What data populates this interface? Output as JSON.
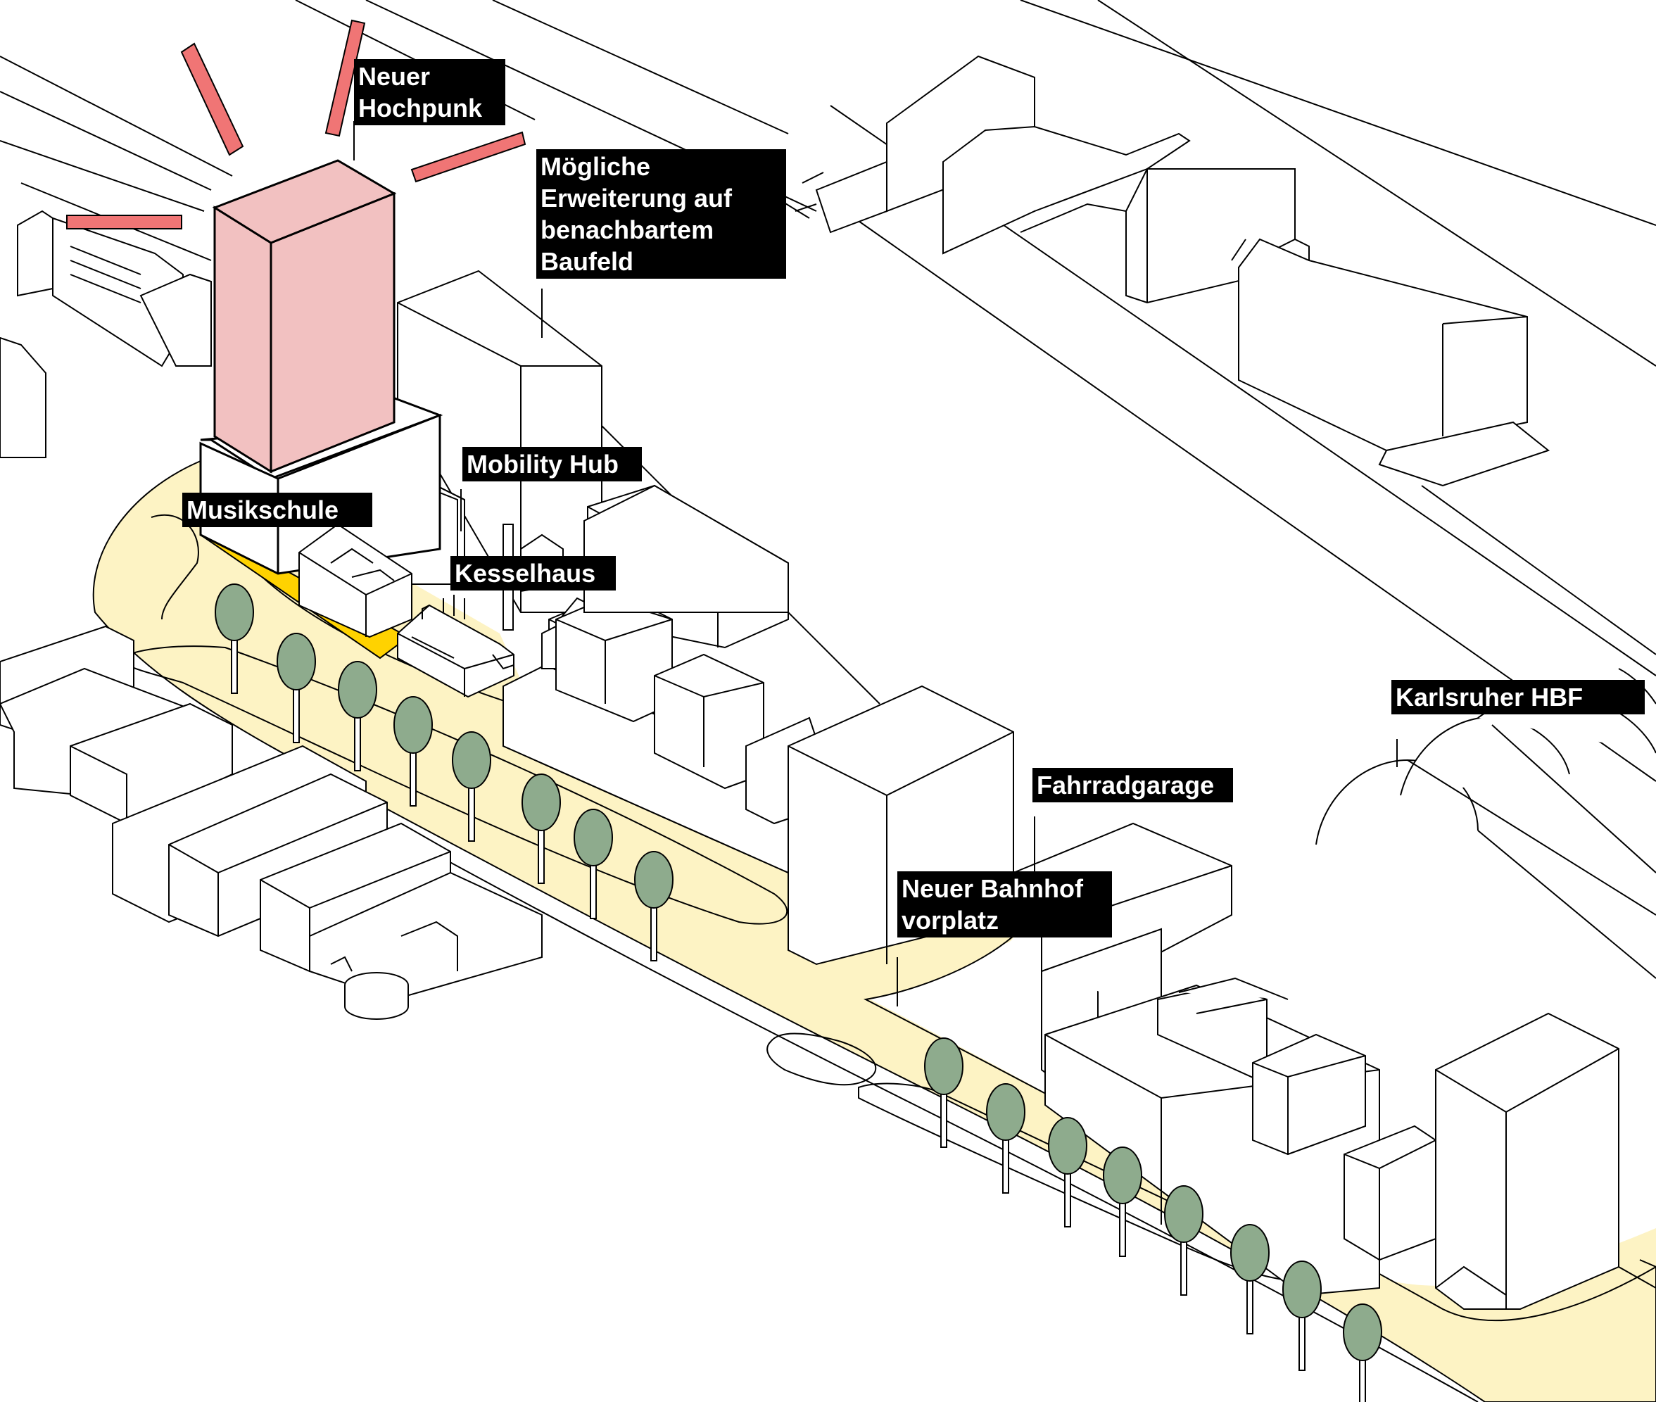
{
  "colors": {
    "background": "#ffffff",
    "street_area": "#fdf3c4",
    "plaza_highlight": "#ffd200",
    "highlight_tower": "#f2c1c1",
    "ray": "#f07575",
    "tree_canopy": "#8eab8d",
    "label_background": "#000000",
    "label_text": "#ffffff",
    "outline": "#000000"
  },
  "labels": {
    "neuer_hochpunkt": "Neuer\nHochpunk",
    "erweiterung": "Mögliche\nErweiterung auf\nbenachbartem\nBaufeld",
    "mobility_hub": "Mobility Hub",
    "musikschule": "Musikschule",
    "kesselhaus": "Kesselhaus",
    "karlsruher_hbf": "Karlsruher HBF",
    "fahrradgarage": "Fahrradgarage",
    "bahnhofvorplatz": "Neuer Bahnhof\nvorplatz"
  },
  "icons": {
    "tree": "tree-icon",
    "ray": "highlight-ray"
  }
}
